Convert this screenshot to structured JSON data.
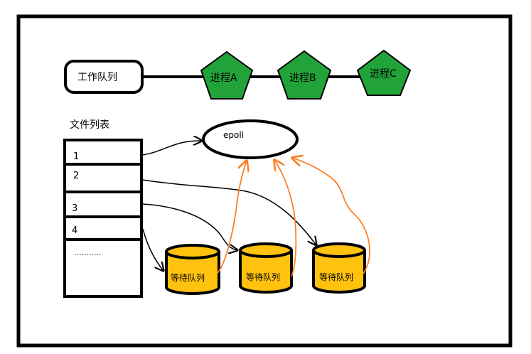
{
  "work_queue": {
    "label": "工作队列"
  },
  "processes": [
    {
      "label": "进程A"
    },
    {
      "label": "进程B"
    },
    {
      "label": "进程C"
    }
  ],
  "file_list": {
    "title": "文件列表",
    "rows": [
      "1",
      "2",
      "3",
      "4",
      "..........."
    ]
  },
  "epoll": {
    "label": "epoll"
  },
  "wait_queues": [
    {
      "label": "等待队列"
    },
    {
      "label": "等待队列"
    },
    {
      "label": "等待队列"
    }
  ],
  "colors": {
    "process_fill": "#22a339",
    "queue_fill": "#ffc20e",
    "orange_arrow": "#ff7f27",
    "stroke": "#000000"
  }
}
